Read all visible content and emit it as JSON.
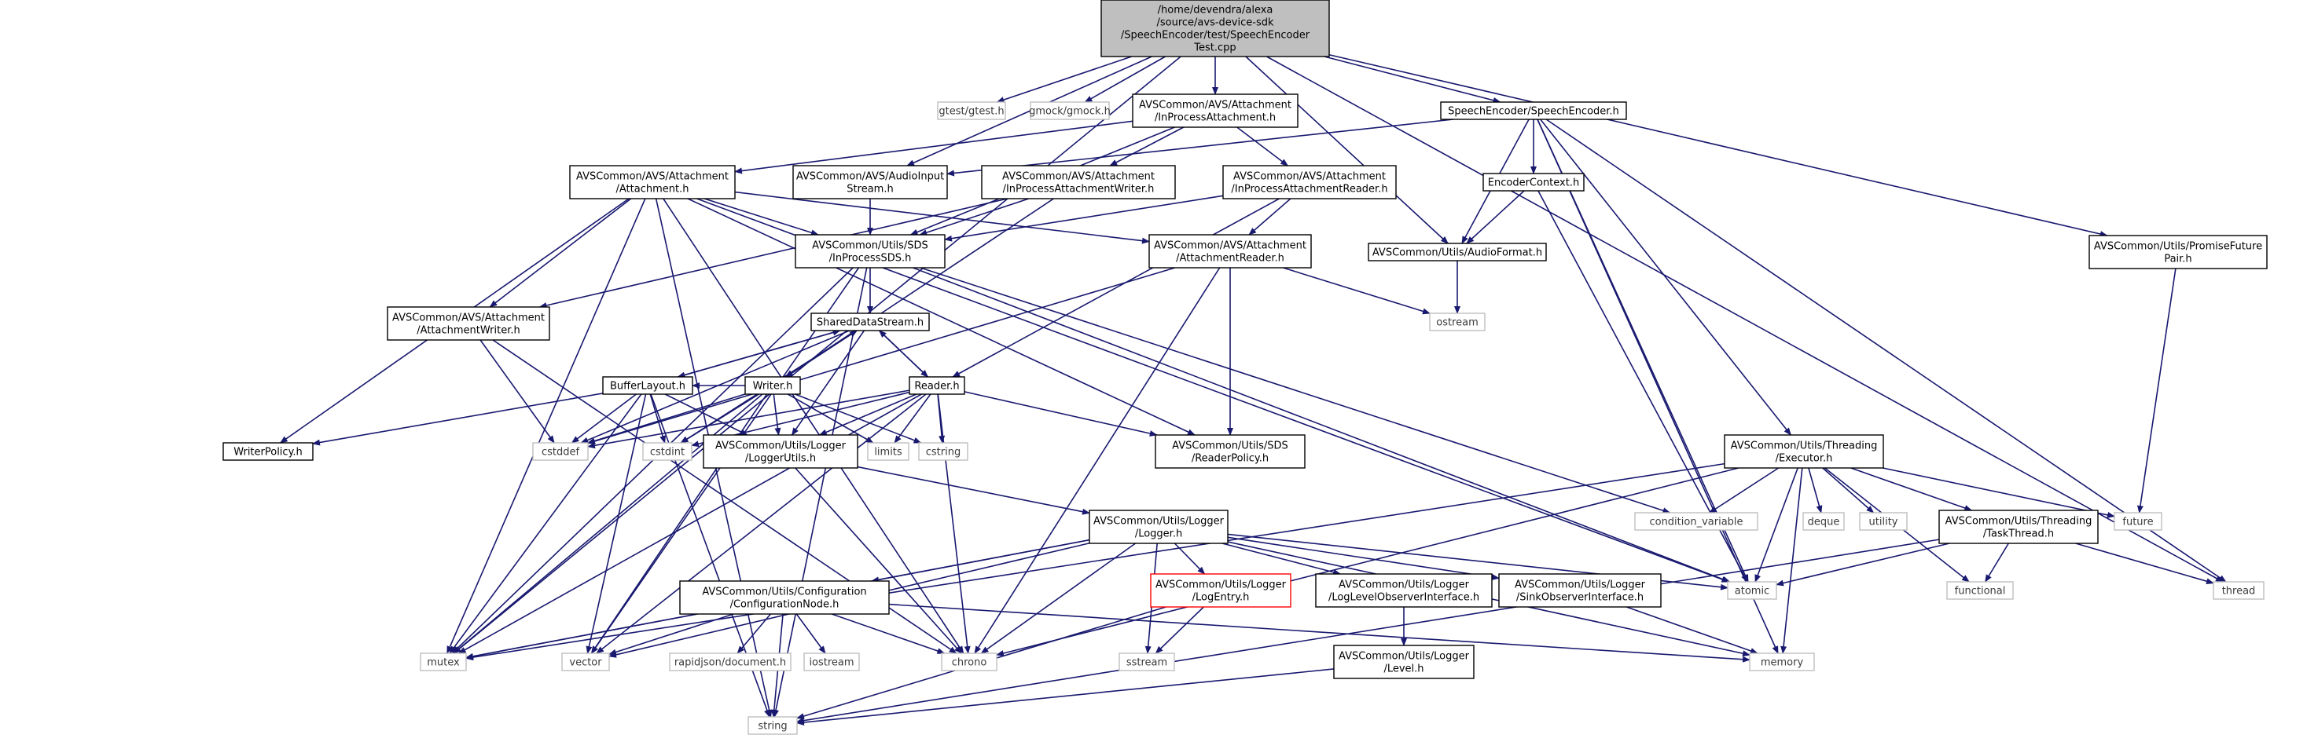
{
  "nodes": [
    {
      "id": "root",
      "lines": [
        "/home/devendra/alexa",
        "/source/avs-device-sdk",
        "/SpeechEncoder/test/SpeechEncoder",
        "Test.cpp"
      ],
      "style": "root"
    },
    {
      "id": "gtest",
      "lines": [
        "gtest/gtest.h"
      ],
      "style": "gray"
    },
    {
      "id": "gmock",
      "lines": [
        "gmock/gmock.h"
      ],
      "style": "gray"
    },
    {
      "id": "inproc_att",
      "lines": [
        "AVSCommon/AVS/Attachment",
        "/InProcessAttachment.h"
      ],
      "style": "normal"
    },
    {
      "id": "speech_enc",
      "lines": [
        "SpeechEncoder/SpeechEncoder.h"
      ],
      "style": "normal"
    },
    {
      "id": "thread",
      "lines": [
        "thread"
      ],
      "style": "gray"
    },
    {
      "id": "attachment",
      "lines": [
        "AVSCommon/AVS/Attachment",
        "/Attachment.h"
      ],
      "style": "normal"
    },
    {
      "id": "audio_input",
      "lines": [
        "AVSCommon/AVS/AudioInput",
        "Stream.h"
      ],
      "style": "normal"
    },
    {
      "id": "inproc_writer",
      "lines": [
        "AVSCommon/AVS/Attachment",
        "/InProcessAttachmentWriter.h"
      ],
      "style": "normal"
    },
    {
      "id": "inproc_reader",
      "lines": [
        "AVSCommon/AVS/Attachment",
        "/InProcessAttachmentReader.h"
      ],
      "style": "normal"
    },
    {
      "id": "encoder_ctx",
      "lines": [
        "EncoderContext.h"
      ],
      "style": "normal"
    },
    {
      "id": "promise",
      "lines": [
        "AVSCommon/Utils/PromiseFuture",
        "Pair.h"
      ],
      "style": "normal"
    },
    {
      "id": "inproc_sds",
      "lines": [
        "AVSCommon/Utils/SDS",
        "/InProcessSDS.h"
      ],
      "style": "normal"
    },
    {
      "id": "att_reader",
      "lines": [
        "AVSCommon/AVS/Attachment",
        "/AttachmentReader.h"
      ],
      "style": "normal"
    },
    {
      "id": "audio_format",
      "lines": [
        "AVSCommon/Utils/AudioFormat.h"
      ],
      "style": "normal"
    },
    {
      "id": "att_writer",
      "lines": [
        "AVSCommon/AVS/Attachment",
        "/AttachmentWriter.h"
      ],
      "style": "normal"
    },
    {
      "id": "sds",
      "lines": [
        "SharedDataStream.h"
      ],
      "style": "normal"
    },
    {
      "id": "ostream",
      "lines": [
        "ostream"
      ],
      "style": "gray"
    },
    {
      "id": "buffer_layout",
      "lines": [
        "BufferLayout.h"
      ],
      "style": "normal"
    },
    {
      "id": "writer",
      "lines": [
        "Writer.h"
      ],
      "style": "normal"
    },
    {
      "id": "reader",
      "lines": [
        "Reader.h"
      ],
      "style": "normal"
    },
    {
      "id": "writer_policy",
      "lines": [
        "WriterPolicy.h"
      ],
      "style": "normal"
    },
    {
      "id": "cstddef",
      "lines": [
        "cstddef"
      ],
      "style": "gray"
    },
    {
      "id": "cstdint",
      "lines": [
        "cstdint"
      ],
      "style": "gray"
    },
    {
      "id": "logger_utils",
      "lines": [
        "AVSCommon/Utils/Logger",
        "/LoggerUtils.h"
      ],
      "style": "normal"
    },
    {
      "id": "limits",
      "lines": [
        "limits"
      ],
      "style": "gray"
    },
    {
      "id": "cstring",
      "lines": [
        "cstring"
      ],
      "style": "gray"
    },
    {
      "id": "reader_policy",
      "lines": [
        "AVSCommon/Utils/SDS",
        "/ReaderPolicy.h"
      ],
      "style": "normal"
    },
    {
      "id": "executor",
      "lines": [
        "AVSCommon/Utils/Threading",
        "/Executor.h"
      ],
      "style": "normal"
    },
    {
      "id": "condvar",
      "lines": [
        "condition_variable"
      ],
      "style": "gray"
    },
    {
      "id": "deque",
      "lines": [
        "deque"
      ],
      "style": "gray"
    },
    {
      "id": "utility",
      "lines": [
        "utility"
      ],
      "style": "gray"
    },
    {
      "id": "future",
      "lines": [
        "future"
      ],
      "style": "gray"
    },
    {
      "id": "logger",
      "lines": [
        "AVSCommon/Utils/Logger",
        "/Logger.h"
      ],
      "style": "normal"
    },
    {
      "id": "task_thread",
      "lines": [
        "AVSCommon/Utils/Threading",
        "/TaskThread.h"
      ],
      "style": "normal"
    },
    {
      "id": "atomic",
      "lines": [
        "atomic"
      ],
      "style": "gray"
    },
    {
      "id": "config_node",
      "lines": [
        "AVSCommon/Utils/Configuration",
        "/ConfigurationNode.h"
      ],
      "style": "normal"
    },
    {
      "id": "log_entry",
      "lines": [
        "AVSCommon/Utils/Logger",
        "/LogEntry.h"
      ],
      "style": "red"
    },
    {
      "id": "log_level_obs",
      "lines": [
        "AVSCommon/Utils/Logger",
        "/LogLevelObserverInterface.h"
      ],
      "style": "normal"
    },
    {
      "id": "sink_obs",
      "lines": [
        "AVSCommon/Utils/Logger",
        "/SinkObserverInterface.h"
      ],
      "style": "normal"
    },
    {
      "id": "functional",
      "lines": [
        "functional"
      ],
      "style": "gray"
    },
    {
      "id": "mutex",
      "lines": [
        "mutex"
      ],
      "style": "gray"
    },
    {
      "id": "vector",
      "lines": [
        "vector"
      ],
      "style": "gray"
    },
    {
      "id": "rapidjson",
      "lines": [
        "rapidjson/document.h"
      ],
      "style": "gray"
    },
    {
      "id": "iostream",
      "lines": [
        "iostream"
      ],
      "style": "gray"
    },
    {
      "id": "chrono",
      "lines": [
        "chrono"
      ],
      "style": "gray"
    },
    {
      "id": "sstream",
      "lines": [
        "sstream"
      ],
      "style": "gray"
    },
    {
      "id": "level",
      "lines": [
        "AVSCommon/Utils/Logger",
        "/Level.h"
      ],
      "style": "normal"
    },
    {
      "id": "memory",
      "lines": [
        "memory"
      ],
      "style": "gray"
    },
    {
      "id": "string",
      "lines": [
        "string"
      ],
      "style": "gray"
    }
  ],
  "edges": [
    [
      "root",
      "gtest"
    ],
    [
      "root",
      "gmock"
    ],
    [
      "root",
      "inproc_att"
    ],
    [
      "root",
      "speech_enc"
    ],
    [
      "root",
      "thread"
    ],
    [
      "root",
      "audio_input"
    ],
    [
      "root",
      "audio_format"
    ],
    [
      "root",
      "promise"
    ],
    [
      "root",
      "mutex"
    ],
    [
      "inproc_att",
      "attachment"
    ],
    [
      "inproc_att",
      "inproc_writer"
    ],
    [
      "inproc_att",
      "inproc_reader"
    ],
    [
      "inproc_att",
      "inproc_sds"
    ],
    [
      "speech_enc",
      "audio_input"
    ],
    [
      "speech_enc",
      "encoder_ctx"
    ],
    [
      "speech_enc",
      "audio_format"
    ],
    [
      "speech_enc",
      "executor"
    ],
    [
      "speech_enc",
      "thread"
    ],
    [
      "speech_enc",
      "atomic"
    ],
    [
      "speech_enc",
      "memory"
    ],
    [
      "attachment",
      "inproc_sds"
    ],
    [
      "attachment",
      "att_reader"
    ],
    [
      "attachment",
      "att_writer"
    ],
    [
      "attachment",
      "reader_policy"
    ],
    [
      "attachment",
      "writer_policy"
    ],
    [
      "attachment",
      "string"
    ],
    [
      "attachment",
      "mutex"
    ],
    [
      "attachment",
      "atomic"
    ],
    [
      "attachment",
      "chrono"
    ],
    [
      "audio_input",
      "inproc_sds"
    ],
    [
      "inproc_writer",
      "inproc_sds"
    ],
    [
      "inproc_writer",
      "att_writer"
    ],
    [
      "inproc_writer",
      "writer"
    ],
    [
      "inproc_reader",
      "inproc_sds"
    ],
    [
      "inproc_reader",
      "att_reader"
    ],
    [
      "inproc_reader",
      "reader"
    ],
    [
      "encoder_ctx",
      "audio_format"
    ],
    [
      "encoder_ctx",
      "atomic"
    ],
    [
      "promise",
      "future"
    ],
    [
      "inproc_sds",
      "sds"
    ],
    [
      "inproc_sds",
      "condvar"
    ],
    [
      "inproc_sds",
      "string"
    ],
    [
      "inproc_sds",
      "mutex"
    ],
    [
      "inproc_sds",
      "vector"
    ],
    [
      "inproc_sds",
      "atomic"
    ],
    [
      "att_reader",
      "cstddef"
    ],
    [
      "att_reader",
      "ostream"
    ],
    [
      "att_reader",
      "reader_policy"
    ],
    [
      "att_reader",
      "chrono"
    ],
    [
      "audio_format",
      "ostream"
    ],
    [
      "att_writer",
      "cstddef"
    ],
    [
      "att_writer",
      "chrono"
    ],
    [
      "sds",
      "buffer_layout"
    ],
    [
      "sds",
      "writer"
    ],
    [
      "sds",
      "reader"
    ],
    [
      "sds",
      "cstddef"
    ],
    [
      "sds",
      "cstdint"
    ],
    [
      "sds",
      "logger_utils"
    ],
    [
      "buffer_layout",
      "sds"
    ],
    [
      "buffer_layout",
      "writer_policy"
    ],
    [
      "buffer_layout",
      "cstddef"
    ],
    [
      "buffer_layout",
      "cstdint"
    ],
    [
      "buffer_layout",
      "logger_utils"
    ],
    [
      "buffer_layout",
      "mutex"
    ],
    [
      "buffer_layout",
      "vector"
    ],
    [
      "buffer_layout",
      "string"
    ],
    [
      "writer",
      "sds"
    ],
    [
      "writer",
      "buffer_layout"
    ],
    [
      "writer",
      "cstddef"
    ],
    [
      "writer",
      "cstdint"
    ],
    [
      "writer",
      "logger_utils"
    ],
    [
      "writer",
      "limits"
    ],
    [
      "writer",
      "cstring"
    ],
    [
      "writer",
      "vector"
    ],
    [
      "writer",
      "mutex"
    ],
    [
      "reader",
      "sds"
    ],
    [
      "reader",
      "cstddef"
    ],
    [
      "reader",
      "cstdint"
    ],
    [
      "reader",
      "logger_utils"
    ],
    [
      "reader",
      "limits"
    ],
    [
      "reader",
      "cstring"
    ],
    [
      "reader",
      "reader_policy"
    ],
    [
      "reader",
      "chrono"
    ],
    [
      "reader",
      "mutex"
    ],
    [
      "reader",
      "vector"
    ],
    [
      "logger_utils",
      "logger"
    ],
    [
      "logger_utils",
      "chrono"
    ],
    [
      "executor",
      "condvar"
    ],
    [
      "executor",
      "deque"
    ],
    [
      "executor",
      "utility"
    ],
    [
      "executor",
      "future"
    ],
    [
      "executor",
      "task_thread"
    ],
    [
      "executor",
      "atomic"
    ],
    [
      "executor",
      "functional"
    ],
    [
      "executor",
      "memory"
    ],
    [
      "executor",
      "mutex"
    ],
    [
      "executor",
      "chrono"
    ],
    [
      "logger",
      "config_node"
    ],
    [
      "logger",
      "log_entry"
    ],
    [
      "logger",
      "log_level_obs"
    ],
    [
      "logger",
      "sink_obs"
    ],
    [
      "logger",
      "atomic"
    ],
    [
      "logger",
      "mutex"
    ],
    [
      "logger",
      "vector"
    ],
    [
      "logger",
      "chrono"
    ],
    [
      "logger",
      "sstream"
    ],
    [
      "logger",
      "memory"
    ],
    [
      "task_thread",
      "atomic"
    ],
    [
      "task_thread",
      "functional"
    ],
    [
      "task_thread",
      "thread"
    ],
    [
      "task_thread",
      "string"
    ],
    [
      "config_node",
      "mutex"
    ],
    [
      "config_node",
      "vector"
    ],
    [
      "config_node",
      "rapidjson"
    ],
    [
      "config_node",
      "iostream"
    ],
    [
      "config_node",
      "chrono"
    ],
    [
      "config_node",
      "memory"
    ],
    [
      "config_node",
      "string"
    ],
    [
      "log_entry",
      "sstream"
    ],
    [
      "log_entry",
      "string"
    ],
    [
      "log_level_obs",
      "level"
    ],
    [
      "sink_obs",
      "memory"
    ],
    [
      "level",
      "string"
    ]
  ]
}
